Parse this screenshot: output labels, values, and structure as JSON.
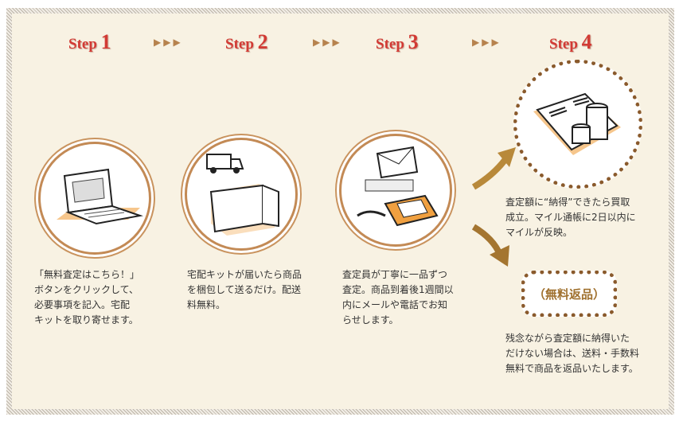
{
  "steps": [
    {
      "label": "Step",
      "num": "1"
    },
    {
      "label": "Step",
      "num": "2"
    },
    {
      "label": "Step",
      "num": "3"
    },
    {
      "label": "Step",
      "num": "4"
    }
  ],
  "separator": "▶▶▶",
  "descriptions": {
    "step1": [
      "「無料査定はこちら！」",
      "ボタンをクリックして、",
      "必要事項を記入。宅配",
      "キットを取り寄せます。"
    ],
    "step2": [
      "宅配キットが届いたら商品",
      "を梱包して送るだけ。配送",
      "料無料。"
    ],
    "step3": [
      "査定員が丁寧に一品ずつ",
      "査定。商品到着後1週間以",
      "内にメールや電話でお知",
      "らせします。"
    ],
    "step4_success": [
      "査定額に“納得”できたら買取",
      "成立。マイル通帳に2日以内に",
      "マイルが反映。"
    ],
    "step4_return_label": "（無料返品）",
    "step4_return": [
      "残念ながら査定額に納得いた",
      "だけない場合は、送料・手数料",
      "無料で商品を返品いたします。"
    ]
  },
  "colors": {
    "step": "#d23a34",
    "accent": "#c38a55",
    "dots": "#8a5a2c"
  }
}
